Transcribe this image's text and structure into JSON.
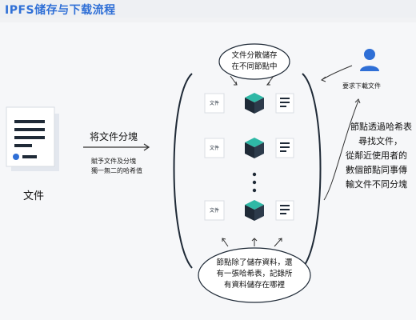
{
  "title": "IPFS储存与下载流程",
  "left": {
    "file_label": "文件",
    "arrow_top": "将文件分塊",
    "arrow_bottom_1": "賦予文件及分塊",
    "arrow_bottom_2": "獨一無二的哈希值"
  },
  "top_bubble": {
    "line1": "文件分散儲存",
    "line2": "在不同節點中"
  },
  "bottom_bubble": {
    "line1": "節點除了儲存資料，還",
    "line2": "有一張哈希表，記錄所",
    "line3": "有資料儲存在哪裡"
  },
  "right": {
    "user_caption": "要求下載文件",
    "lines": [
      "節點透過哈希表",
      "尋找文件，",
      "從鄰近使用者的",
      "數個節點同事傳",
      "輸文件不同分塊"
    ]
  },
  "nodes": {
    "file_tag": "文件"
  },
  "colors": {
    "accent": "#2f6fd6",
    "cube_top": "#2fb8a6",
    "cube_side": "#1f2a37",
    "blue_dot": "#2f6fd6"
  }
}
